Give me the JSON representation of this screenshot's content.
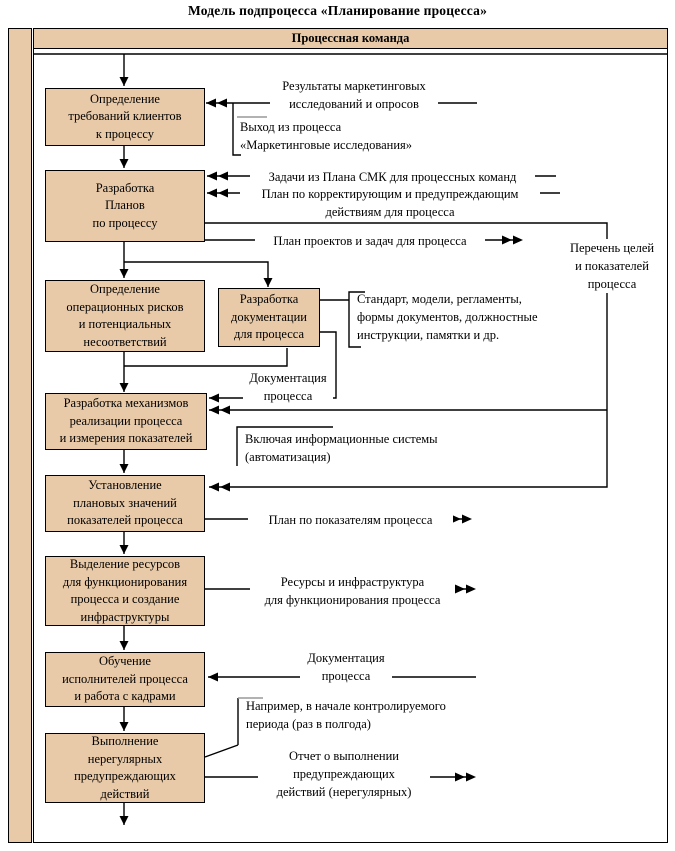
{
  "title": "Модель подпроцесса «Планирование процесса»",
  "lane_header": "Процессная команда",
  "boxes": {
    "define_requirements": "Определение\nтребований клиентов\nк процессу",
    "develop_plans": "Разработка\nПланов\nпо процессу",
    "define_risks": "Определение\nоперационных рисков\nи потенциальных\nнесоответствий",
    "develop_documentation": "Разработка\nдокументации\nдля процесса",
    "develop_mechanisms": "Разработка механизмов\nреализации процесса\nи измерения показателей",
    "set_targets": "Установление\nплановых значений\nпоказателей процесса",
    "allocate_resources": "Выделение ресурсов\nдля функционирования\nпроцесса и создание\nинфраструктуры",
    "train_staff": "Обучение\nисполнителей процесса\nи работа с кадрами",
    "preventive_actions": "Выполнение\nнерегулярных\nпредупреждающих\nдействий"
  },
  "annotations": {
    "marketing_results": "Результаты маркетинговых\nисследований и опросов",
    "marketing_exit": "Выход из процесса\n«Маркетинговые исследования»",
    "smk_tasks": "Задачи из Плана СМК для процессных команд",
    "corrective_plan": "План по корректирующим и предупреждающим\nдействиям для процесса",
    "projects_plan": "План проектов и задач для процесса",
    "goals_list": "Перечень целей\nи показателей\nпроцесса",
    "standards": "Стандарт, модели, регламенты,\nформы документов, должностные\nинструкции, памятки и др.",
    "process_docs_1": "Документация\nпроцесса",
    "including_it": "Включая информационные системы\n(автоматизация)",
    "indicators_plan": "План по показателям процесса",
    "resources": "Ресурсы и инфраструктура\nдля функционирования процесса",
    "process_docs_2": "Документация\nпроцесса",
    "for_example": "Например, в начале контролируемого\nпериода (раз в полгода)",
    "report": "Отчет о выполнении\nпредупреждающих\nдействий (нерегулярных)"
  },
  "colors": {
    "lane_fill": "#e9caa8",
    "line": "#000000",
    "bracket_gray": "#999999"
  }
}
